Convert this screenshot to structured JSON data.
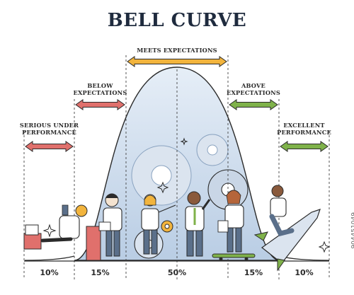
{
  "title": "BELL CURVE",
  "segments": [
    {
      "label_lines": [
        "SERIOUS UNDER",
        "PERFORMANCE"
      ],
      "percent": "10%",
      "arrow_color": "#e0706c"
    },
    {
      "label_lines": [
        "BELOW",
        "EXPECTATIONS"
      ],
      "percent": "15%",
      "arrow_color": "#e0706c"
    },
    {
      "label_lines": [
        "MEETS EXPECTATIONS"
      ],
      "percent": "50%",
      "arrow_color": "#f2b43d"
    },
    {
      "label_lines": [
        "ABOVE",
        "EXPECTATIONS"
      ],
      "percent": "15%",
      "arrow_color": "#7fb24a"
    },
    {
      "label_lines": [
        "EXCELLENT",
        "PERFORMANCE"
      ],
      "percent": "10%",
      "arrow_color": "#7fb24a"
    }
  ],
  "stock_id": "904451049",
  "colors": {
    "outline": "#2b2b2b",
    "curve_fill": "#c9d9ec",
    "gear_fill": "#dbe4ef"
  }
}
